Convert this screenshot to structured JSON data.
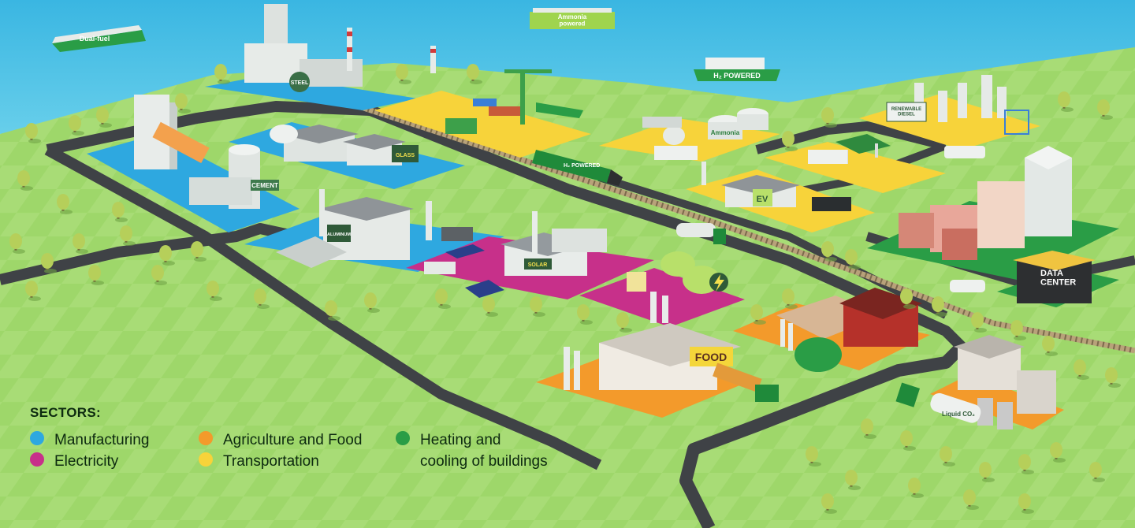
{
  "colors": {
    "sea": "#4ec3e4",
    "grass": "#9ed76a",
    "road": "#3f4246",
    "manufacturing": "#2ea8e0",
    "electricity": "#c7308a",
    "agriculture": "#f39a2b",
    "transportation": "#f7d33a",
    "heating": "#2a9d46",
    "vehicle_green": "#1f8a3a"
  },
  "ships": {
    "dual_fuel": "Dual-fuel",
    "ammonia": "Ammonia\npowered",
    "h2": "H₂ POWERED"
  },
  "signs": {
    "steel": "STEEL",
    "cement": "CEMENT",
    "glass": "GLASS",
    "aluminum": "ALUMINUM",
    "solar": "SOLAR",
    "food": "FOOD",
    "ammonia_tank": "Ammonia",
    "renewable_diesel": "RENEWABLE\nDIESEL",
    "ev": "EV",
    "train": "H₂ POWERED",
    "data_center": "DATA\nCENTER",
    "liquid_co2": "Liquid CO₂"
  },
  "legend": {
    "title": "SECTORS:",
    "items": [
      {
        "label": "Manufacturing",
        "color": "#2ea8e0"
      },
      {
        "label": "Electricity",
        "color": "#c7308a"
      },
      {
        "label": "Agriculture and Food",
        "color": "#f39a2b"
      },
      {
        "label": "Transportation",
        "color": "#f7d33a"
      },
      {
        "label": "Heating and\ncooling of buildings",
        "color": "#2a9d46"
      }
    ]
  }
}
